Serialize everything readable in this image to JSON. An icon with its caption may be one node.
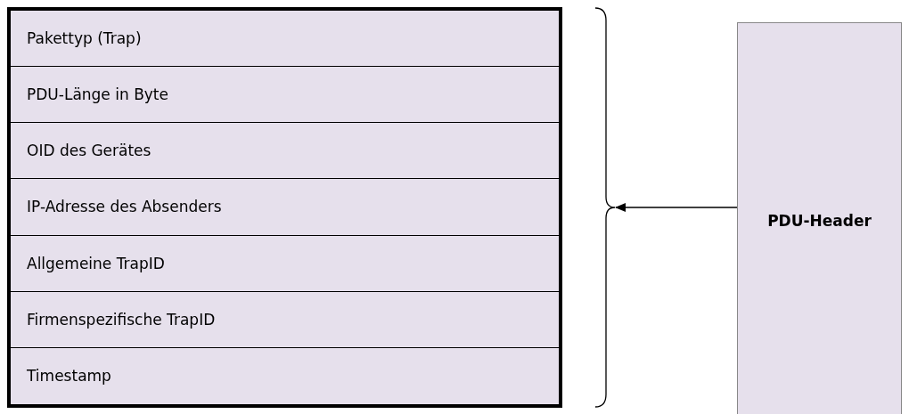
{
  "diagram": {
    "nodes": [
      {
        "text": [],
        "shape": "box"
      },
      {
        "text": [
          "Pakettyp (Trap)"
        ],
        "in": 0
      },
      {
        "text": [
          "PDU-Länge in Byte"
        ],
        "in": 0
      },
      {
        "text": [
          "OID des Gerätes"
        ],
        "in": 0
      },
      {
        "text": [
          "IP-Adresse des Absenders"
        ],
        "in": 0
      },
      {
        "text": [
          "Allgemeine TrapID"
        ],
        "in": 0
      },
      {
        "text": [
          "Firmenspezifische TrapID"
        ],
        "in": 0
      },
      {
        "text": [
          "Timestamp"
        ],
        "in": 0
      },
      {
        "text": [],
        "shape": "bracket"
      },
      {
        "text": [
          "PDU-Header"
        ]
      }
    ],
    "edges": [
      {
        "from": 9,
        "to": 8,
        "arrow": "to"
      }
    ]
  }
}
